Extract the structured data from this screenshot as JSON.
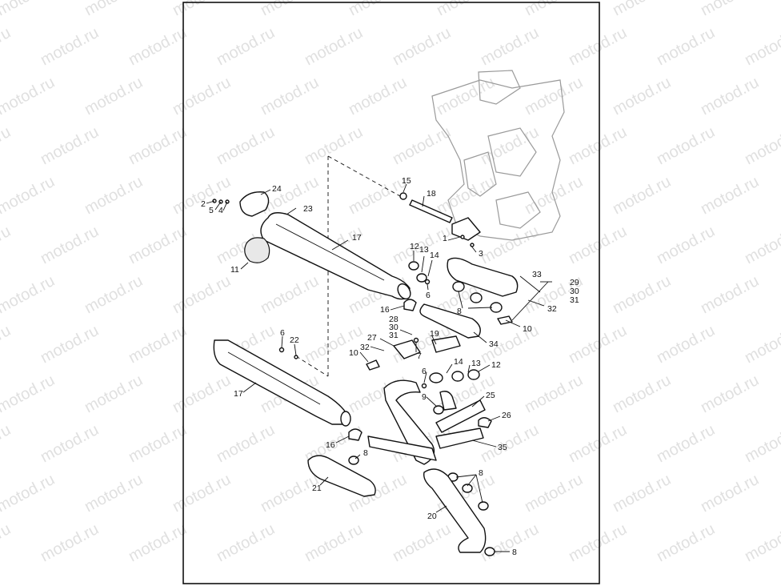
{
  "watermark": {
    "text": "motod.ru",
    "color": "#c8c8c8"
  },
  "frame_color": "#111111",
  "callouts": [
    {
      "id": "label-1",
      "text": "1"
    },
    {
      "id": "label-2",
      "text": "2"
    },
    {
      "id": "label-3",
      "text": "3"
    },
    {
      "id": "label-4",
      "text": "4"
    },
    {
      "id": "label-5",
      "text": "5"
    },
    {
      "id": "label-6a",
      "text": "6"
    },
    {
      "id": "label-6b",
      "text": "6"
    },
    {
      "id": "label-6c",
      "text": "6"
    },
    {
      "id": "label-7",
      "text": "7"
    },
    {
      "id": "label-8a",
      "text": "8"
    },
    {
      "id": "label-8b",
      "text": "8"
    },
    {
      "id": "label-8c",
      "text": "8"
    },
    {
      "id": "label-8d",
      "text": "8"
    },
    {
      "id": "label-9",
      "text": "9"
    },
    {
      "id": "label-10a",
      "text": "10"
    },
    {
      "id": "label-10b",
      "text": "10"
    },
    {
      "id": "label-11",
      "text": "11"
    },
    {
      "id": "label-12a",
      "text": "12"
    },
    {
      "id": "label-12b",
      "text": "12"
    },
    {
      "id": "label-13a",
      "text": "13"
    },
    {
      "id": "label-13b",
      "text": "13"
    },
    {
      "id": "label-14a",
      "text": "14"
    },
    {
      "id": "label-14b",
      "text": "14"
    },
    {
      "id": "label-15",
      "text": "15"
    },
    {
      "id": "label-16a",
      "text": "16"
    },
    {
      "id": "label-16b",
      "text": "16"
    },
    {
      "id": "label-17a",
      "text": "17"
    },
    {
      "id": "label-17b",
      "text": "17"
    },
    {
      "id": "label-18",
      "text": "18"
    },
    {
      "id": "label-19",
      "text": "19"
    },
    {
      "id": "label-20",
      "text": "20"
    },
    {
      "id": "label-21",
      "text": "21"
    },
    {
      "id": "label-22",
      "text": "22"
    },
    {
      "id": "label-23",
      "text": "23"
    },
    {
      "id": "label-24",
      "text": "24"
    },
    {
      "id": "label-25",
      "text": "25"
    },
    {
      "id": "label-26",
      "text": "26"
    },
    {
      "id": "label-27",
      "text": "27"
    },
    {
      "id": "label-28",
      "text": "28"
    },
    {
      "id": "label-29",
      "text": "29"
    },
    {
      "id": "label-30a",
      "text": "30"
    },
    {
      "id": "label-30b",
      "text": "30"
    },
    {
      "id": "label-31a",
      "text": "31"
    },
    {
      "id": "label-31b",
      "text": "31"
    },
    {
      "id": "label-32a",
      "text": "32"
    },
    {
      "id": "label-32b",
      "text": "32"
    },
    {
      "id": "label-33",
      "text": "33"
    },
    {
      "id": "label-34",
      "text": "34"
    },
    {
      "id": "label-35",
      "text": "35"
    }
  ]
}
